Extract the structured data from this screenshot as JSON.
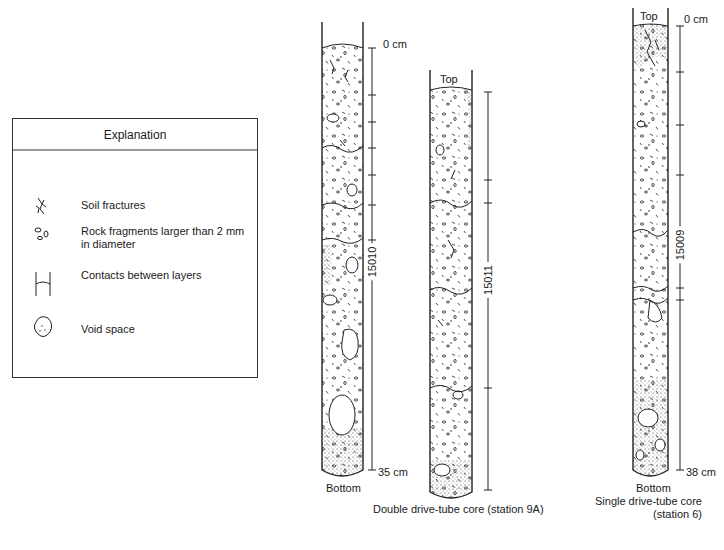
{
  "diagram": {
    "nodes": [
      {
        "text": [
          "Explanation"
        ]
      }
    ],
    "labels": [
      "0 cm",
      "15010",
      "35 cm",
      "Bottom",
      "Top",
      "15011",
      "Top",
      "0 cm",
      "15009",
      "38 cm",
      "Bottom",
      "Double drive-tube core (station 9A)",
      "Single drive-tube core (station 6)"
    ],
    "legend": [
      {
        "text": "Soil fractures"
      },
      {
        "text": "Rock fragments larger than 2 mm in diameter"
      },
      {
        "text": "Contacts between layers"
      },
      {
        "text": "Void space"
      }
    ]
  }
}
